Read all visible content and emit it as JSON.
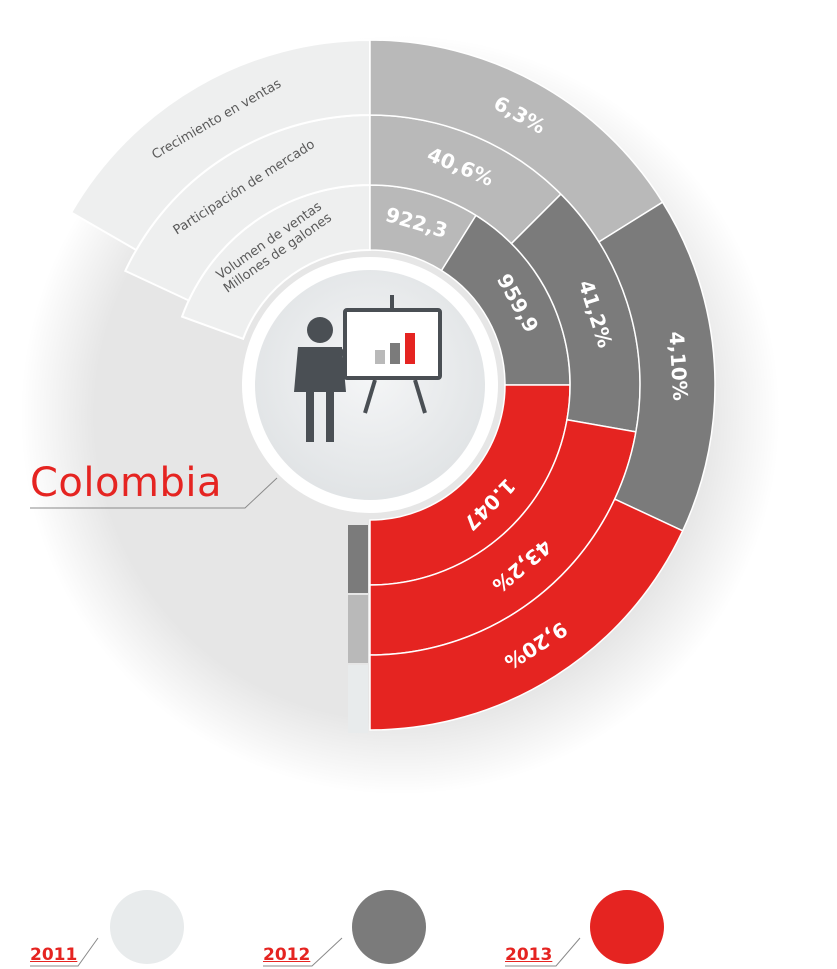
{
  "country": "Colombia",
  "colors": {
    "2011": "#b9b9b9",
    "2012": "#7b7b7b",
    "2013": "#e52421",
    "label_band": "#eeefef"
  },
  "chart_data": {
    "type": "radial-bar",
    "rings": [
      {
        "label": [
          "Volumen de ventas",
          "Millones de galones"
        ],
        "values": [
          {
            "year": "2011",
            "display": "922,3"
          },
          {
            "year": "2012",
            "display": "959,9"
          },
          {
            "year": "2013",
            "display": "1.047"
          }
        ]
      },
      {
        "label": [
          "Participación de mercado"
        ],
        "values": [
          {
            "year": "2011",
            "display": "40,6%"
          },
          {
            "year": "2012",
            "display": "41,2%"
          },
          {
            "year": "2013",
            "display": "43,2%"
          }
        ]
      },
      {
        "label": [
          "Crecimiento en ventas"
        ],
        "values": [
          {
            "year": "2011",
            "display": "6,3%"
          },
          {
            "year": "2012",
            "display": "4,10%"
          },
          {
            "year": "2013",
            "display": "9,20%"
          }
        ]
      }
    ]
  },
  "legend": [
    {
      "year": "2011",
      "color": "#e8ebec"
    },
    {
      "year": "2012",
      "color": "#7b7b7b"
    },
    {
      "year": "2013",
      "color": "#e52421"
    }
  ]
}
